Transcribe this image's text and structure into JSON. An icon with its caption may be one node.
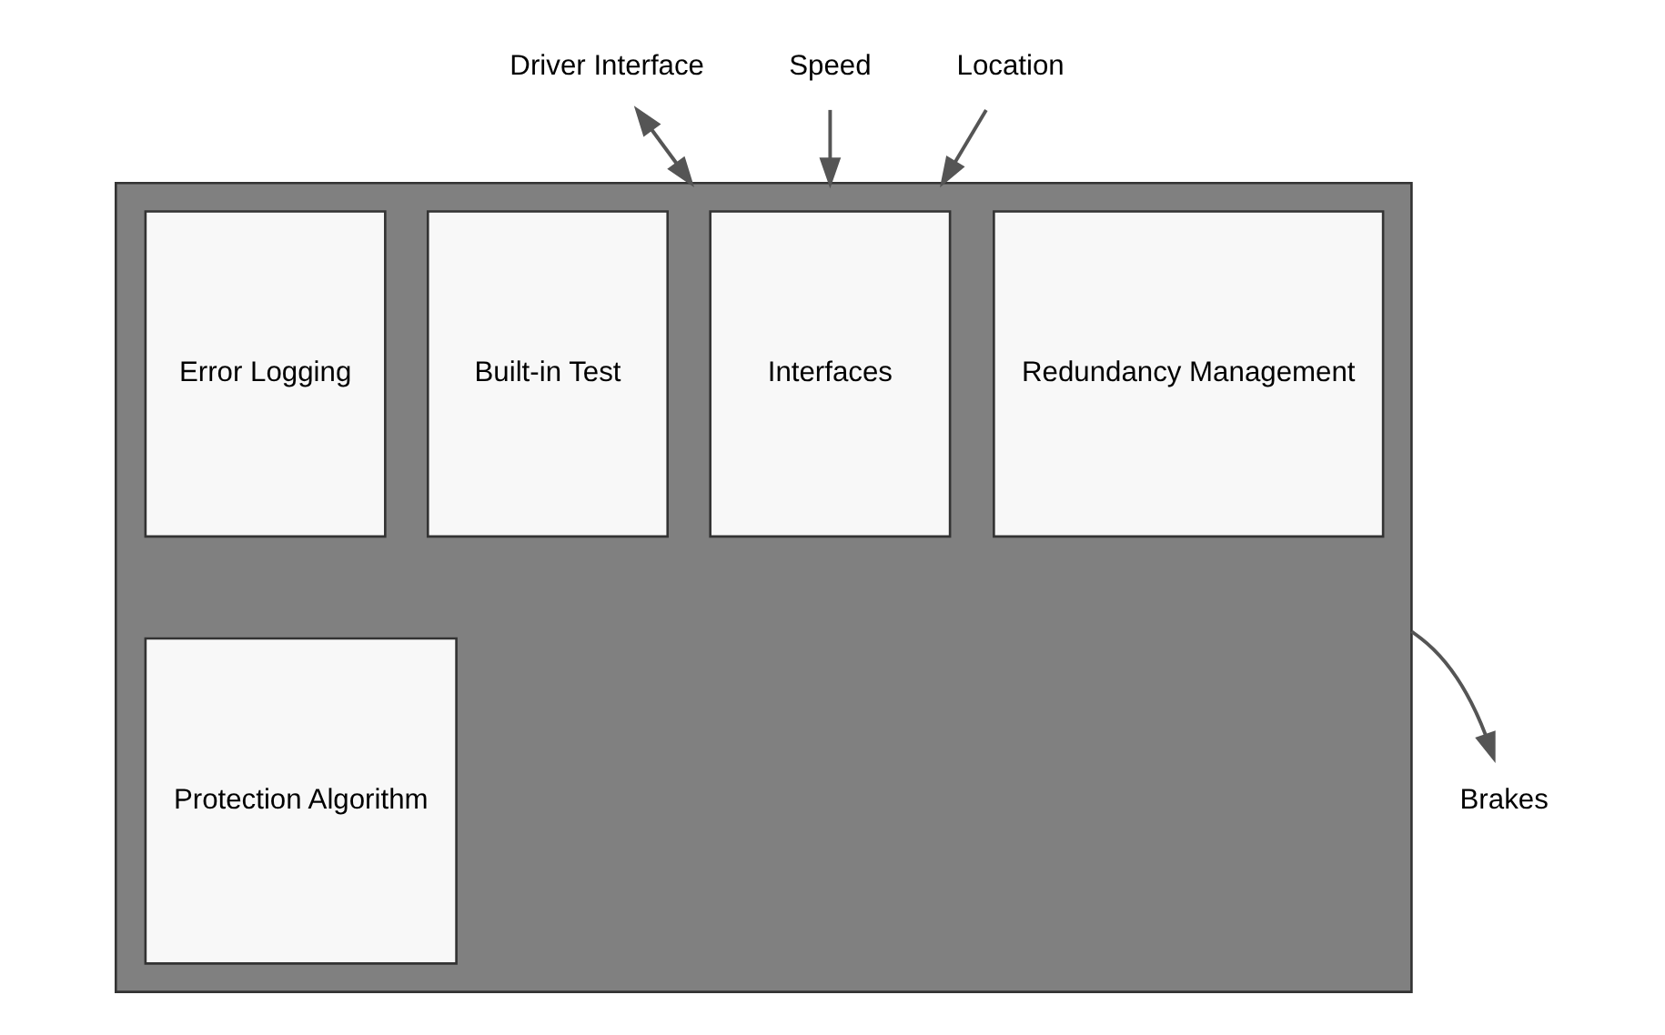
{
  "diagram": {
    "nodes": [
      {
        "text": [
          "Driver Interface"
        ]
      },
      {
        "text": [
          "Speed"
        ]
      },
      {
        "text": [
          "Location"
        ]
      },
      {
        "text": [],
        "shape": "box"
      },
      {
        "text": [
          "Interfaces"
        ],
        "in": 3
      },
      {
        "text": [
          "Redundancy Management"
        ],
        "in": 3
      },
      {
        "text": [
          "Error Logging"
        ],
        "in": 3
      },
      {
        "text": [
          "Built-in Test"
        ],
        "in": 3
      },
      {
        "text": [
          "Protection Algorithm"
        ],
        "in": 3
      },
      {
        "text": [
          "Brakes"
        ]
      }
    ],
    "edges": [
      {
        "from": 0,
        "to": 3,
        "arrow": "both"
      },
      {
        "from": 1,
        "to": 3,
        "arrow": "to"
      },
      {
        "from": 2,
        "to": 3,
        "arrow": "to"
      },
      {
        "from": 3,
        "to": 9,
        "arrow": "to"
      }
    ]
  }
}
